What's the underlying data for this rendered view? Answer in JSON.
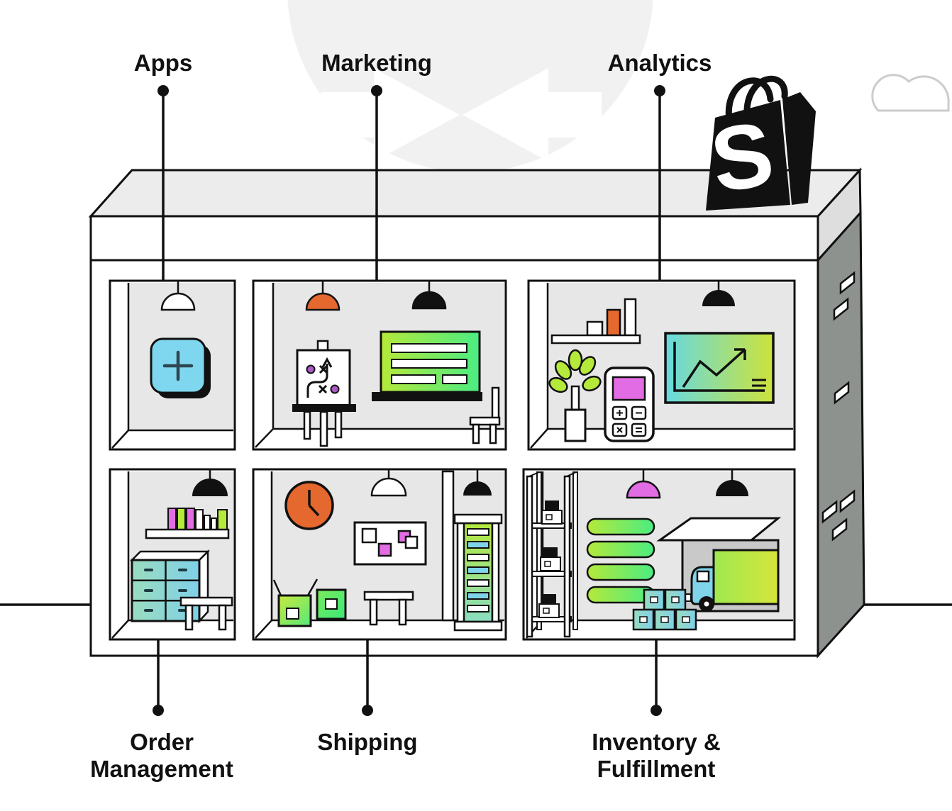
{
  "diagram": {
    "title": "Shopify store building diagram",
    "brand": {
      "logo_letter": "S",
      "logo_name": "shopify-bag"
    },
    "top_labels": [
      {
        "id": "apps",
        "label": "Apps"
      },
      {
        "id": "marketing",
        "label": "Marketing"
      },
      {
        "id": "analytics",
        "label": "Analytics"
      }
    ],
    "bottom_labels": [
      {
        "id": "order-management",
        "lines": [
          "Order",
          "Management"
        ]
      },
      {
        "id": "shipping",
        "lines": [
          "Shipping",
          ""
        ]
      },
      {
        "id": "inventory-fulfillment",
        "lines": [
          "Inventory &",
          "Fulfillment"
        ]
      }
    ],
    "colors": {
      "outline": "#111111",
      "accent_orange": "#E5682E",
      "accent_cyan": "#7ED7EF",
      "accent_sky": "#7FD4EA",
      "accent_magenta": "#E26CE4",
      "accent_purple": "#AC58C5",
      "accent_yellow_green": "#B5E93A",
      "accent_green": "#4BEC82",
      "accent_mint": "#9ADCC0",
      "roof_gray": "#ECECEC",
      "side_wall_gray": "#8E928F",
      "room_wall_gray": "#E7E7E7",
      "dock_gray": "#C9C9C9",
      "backdrop_gray": "#F1F1F1"
    }
  }
}
